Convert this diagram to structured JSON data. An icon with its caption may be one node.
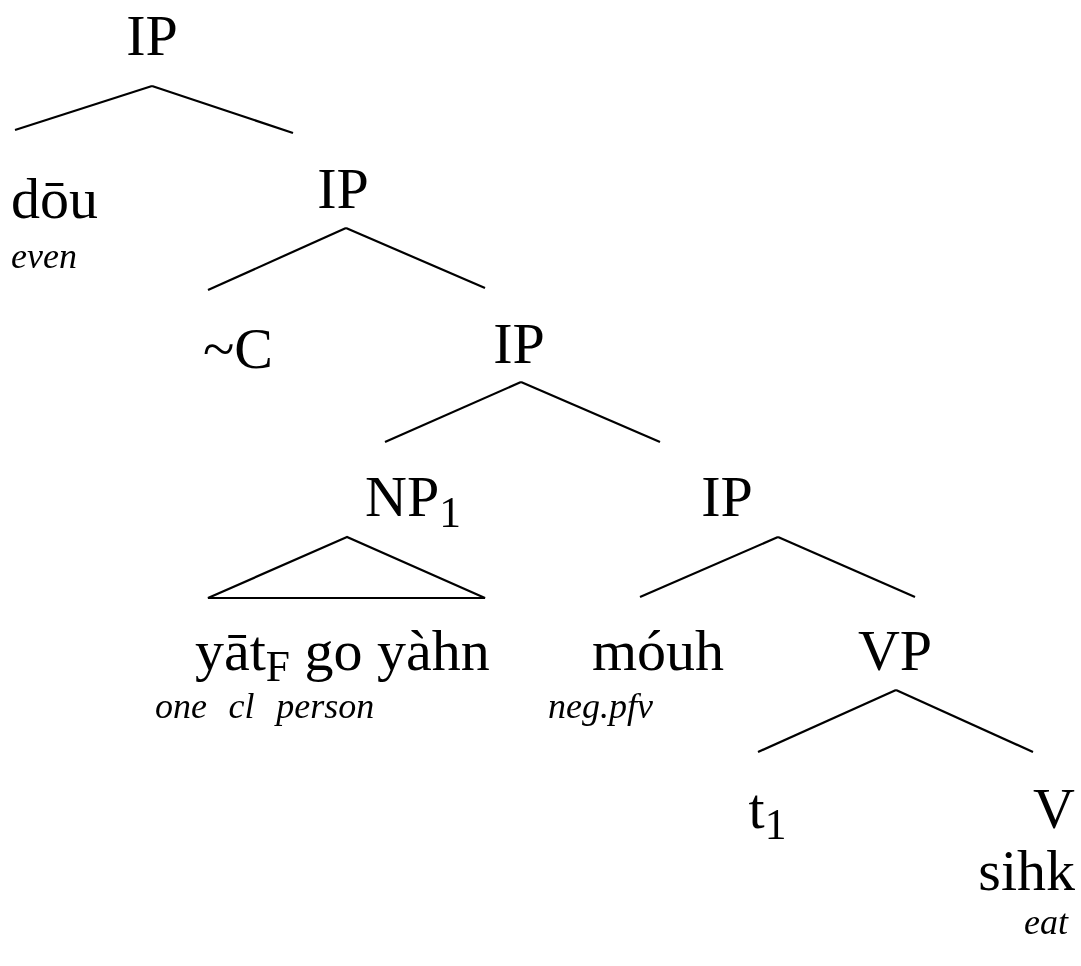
{
  "diagram": {
    "nodes": [
      {
        "text": [
          "IP"
        ]
      },
      {
        "text": [
          "dōu",
          "even"
        ]
      },
      {
        "text": [
          "IP"
        ]
      },
      {
        "text": [
          "~C"
        ]
      },
      {
        "text": [
          "IP"
        ]
      },
      {
        "text": [
          "NP$_{1}$"
        ]
      },
      {
        "text": [
          "IP"
        ]
      },
      {
        "text": [
          "yāt$_{F}$ go yàhn",
          "one cl person"
        ]
      },
      {
        "text": [
          "móuh",
          "neg.pfv"
        ]
      },
      {
        "text": [
          "VP"
        ]
      },
      {
        "text": [
          "t$_{1}$"
        ]
      },
      {
        "text": [
          "V",
          "sihk",
          "eat"
        ]
      }
    ],
    "edges": [
      {
        "from": 0,
        "to": 1,
        "arrow": "none"
      },
      {
        "from": 0,
        "to": 2,
        "arrow": "none"
      },
      {
        "from": 2,
        "to": 3,
        "arrow": "none"
      },
      {
        "from": 2,
        "to": 4,
        "arrow": "none"
      },
      {
        "from": 4,
        "to": 5,
        "arrow": "none"
      },
      {
        "from": 4,
        "to": 6,
        "arrow": "none"
      },
      {
        "from": 5,
        "to": 7,
        "arrow": "none"
      },
      {
        "from": 6,
        "to": 8,
        "arrow": "none"
      },
      {
        "from": 6,
        "to": 9,
        "arrow": "none"
      },
      {
        "from": 9,
        "to": 10,
        "arrow": "none"
      },
      {
        "from": 9,
        "to": 11,
        "arrow": "none"
      }
    ]
  }
}
